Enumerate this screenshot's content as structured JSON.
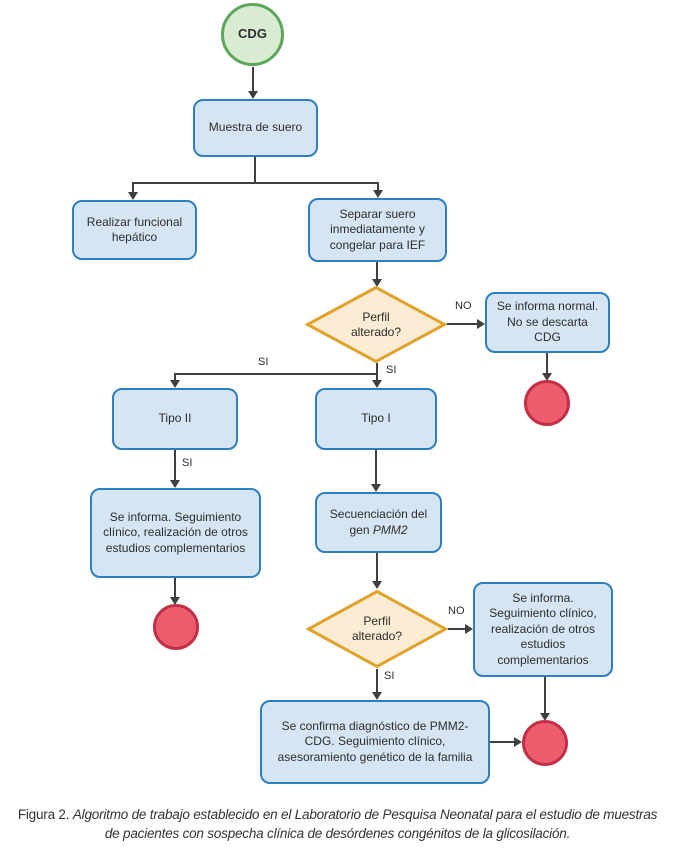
{
  "colors": {
    "start-fill": "#d9ecd2",
    "start-border": "#5ca75b",
    "box-fill": "#d6e5f3",
    "box-border": "#2e7fc1",
    "diamond-fill": "#fcecd3",
    "diamond-border": "#dfa32c",
    "end-fill": "#ee5d6e",
    "end-border": "#c22f46",
    "line": "#3f3f3f",
    "text": "#2d2d2d"
  },
  "nodes": {
    "start": {
      "label": "CDG"
    },
    "muestra": {
      "label": "Muestra de suero"
    },
    "realizar": {
      "label": "Realizar funcional hepático"
    },
    "separar": {
      "label": "Separar suero inmediatamente y congelar para IEF"
    },
    "perfil1": {
      "label": "Perfil alterado?"
    },
    "informa_normal": {
      "label": "Se informa normal. No se descarta CDG"
    },
    "tipo2": {
      "label": "Tipo II"
    },
    "tipo1": {
      "label": "Tipo I"
    },
    "seguimiento_izq": {
      "label": "Se informa. Seguimiento clínico, realización de otros estudios complementarios"
    },
    "secuenciacion": {
      "label_prefix": "Secuenciación del gen ",
      "gene": "PMM2"
    },
    "perfil2": {
      "label": "Perfil alterado?"
    },
    "seguimiento_der": {
      "label": "Se informa. Seguimiento clínico, realización de otros estudios complementarios"
    },
    "confirma": {
      "label": "Se confirma diagnóstico de PMM2-CDG. Seguimiento clínico, asesoramiento genético de la familia"
    }
  },
  "labels": {
    "si": "SI",
    "no": "NO"
  },
  "caption": {
    "prefix": "Figura 2.",
    "text": "Algoritmo de trabajo establecido en el Laboratorio de Pesquisa Neonatal para el estudio de muestras de pacientes con sospecha clínica de desórdenes congénitos de la glicosilación."
  }
}
